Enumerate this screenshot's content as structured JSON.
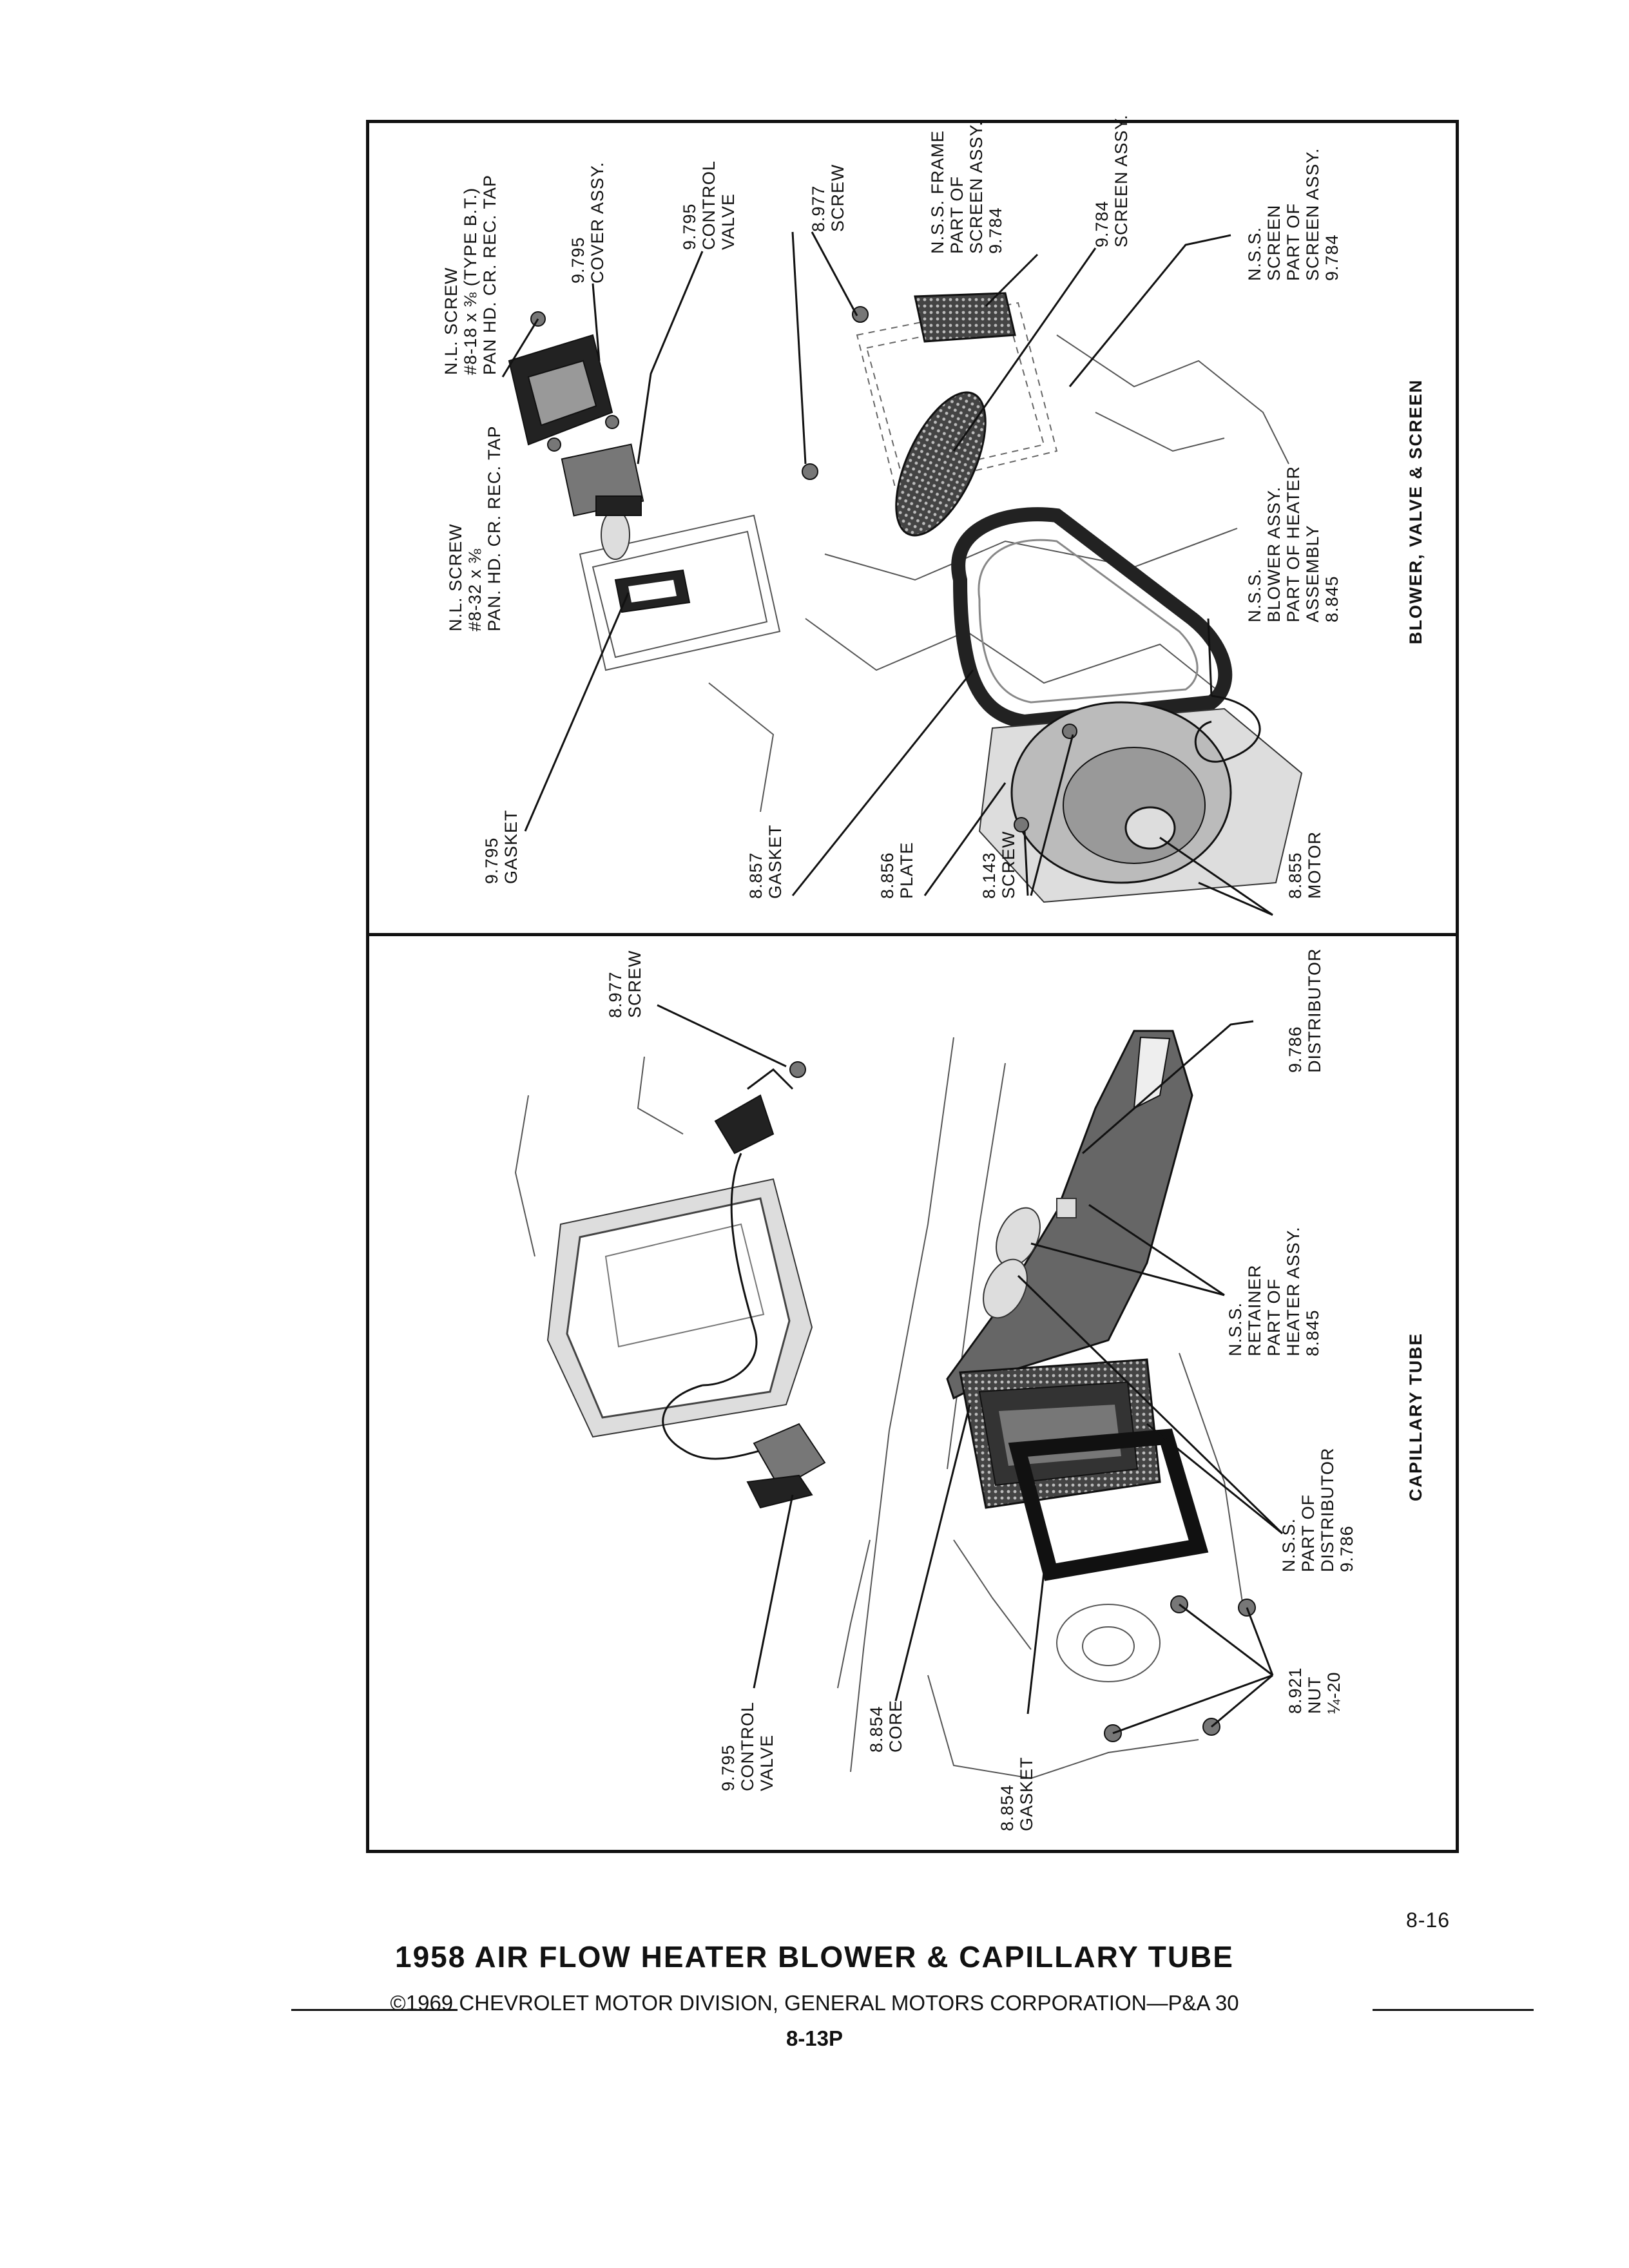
{
  "panels": {
    "upper": {
      "title": "BLOWER, VALVE & SCREEN",
      "labels": {
        "nl_screw_832": "N.L. SCREW\n#8-32 x ⅜\nPAN. HD. CR. REC. TAP",
        "nl_screw_818": "N.L. SCREW\n#8-18 x ⅜ (TYPE B.T.)\nPAN HD. CR. REC. TAP",
        "cover_assy": "9.795\nCOVER ASSY.",
        "control_valve": "9.795\nCONTROL\nVALVE",
        "screw_8977": "8.977\nSCREW",
        "nss_frame": "N.S.S. FRAME\nPART OF\nSCREEN ASSY.\n9.784",
        "screen_assy": "9.784\nSCREEN ASSY.",
        "nss_screen": "N.S.S.\nSCREEN\nPART OF\nSCREEN ASSY.\n9.784",
        "gasket_9795": "9.795\nGASKET",
        "gasket_8857": "8.857\nGASKET",
        "plate_8856": "8.856\nPLATE",
        "screw_8143": "8.143\nSCREW",
        "nss_blower": "N.S.S.\nBLOWER ASSY.\nPART OF HEATER\nASSEMBLY\n8.845",
        "motor_8855": "8.855\nMOTOR"
      }
    },
    "lower": {
      "title": "CAPILLARY TUBE",
      "labels": {
        "screw_8977": "8.977\nSCREW",
        "distributor": "9.786\nDISTRIBUTOR",
        "nss_retainer": "N.S.S.\nRETAINER\nPART OF\nHEATER ASSY.\n8.845",
        "nss_part_distributor": "N.S.S.\nPART OF\nDISTRIBUTOR\n9.786",
        "control_valve": "9.795\nCONTROL\nVALVE",
        "core": "8.854\nCORE",
        "gasket": "8.854\nGASKET",
        "nut": "8.921\nNUT\n¼-20"
      }
    }
  },
  "footer": {
    "page_number": "8-16",
    "title": "1958 AIR FLOW HEATER BLOWER & CAPILLARY TUBE",
    "copyright": "©1969 CHEVROLET MOTOR DIVISION, GENERAL MOTORS CORPORATION—P&A 30",
    "sub_number": "8-13P"
  }
}
